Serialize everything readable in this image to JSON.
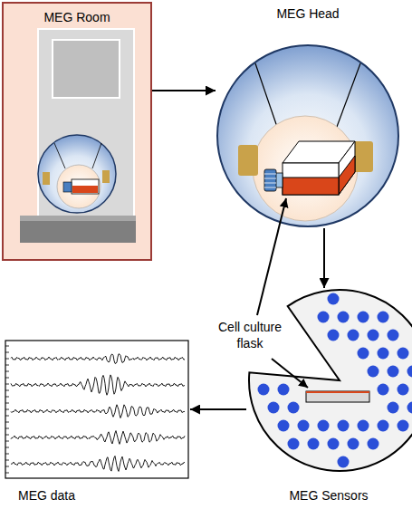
{
  "diagram": {
    "nodes": [
      {
        "text": [
          "MEG Room"
        ]
      },
      {
        "text": [
          "MEG Head"
        ]
      },
      {
        "text": [
          "MEG Sensors"
        ]
      },
      {
        "text": [
          "MEG data"
        ]
      }
    ],
    "edges": [
      {
        "from": 0,
        "to": 1,
        "arrow": "to"
      },
      {
        "from": 1,
        "to": 2,
        "arrow": "to"
      },
      {
        "from": 2,
        "to": 3,
        "arrow": "to"
      }
    ],
    "labels": [
      "Cell culture flask"
    ]
  }
}
